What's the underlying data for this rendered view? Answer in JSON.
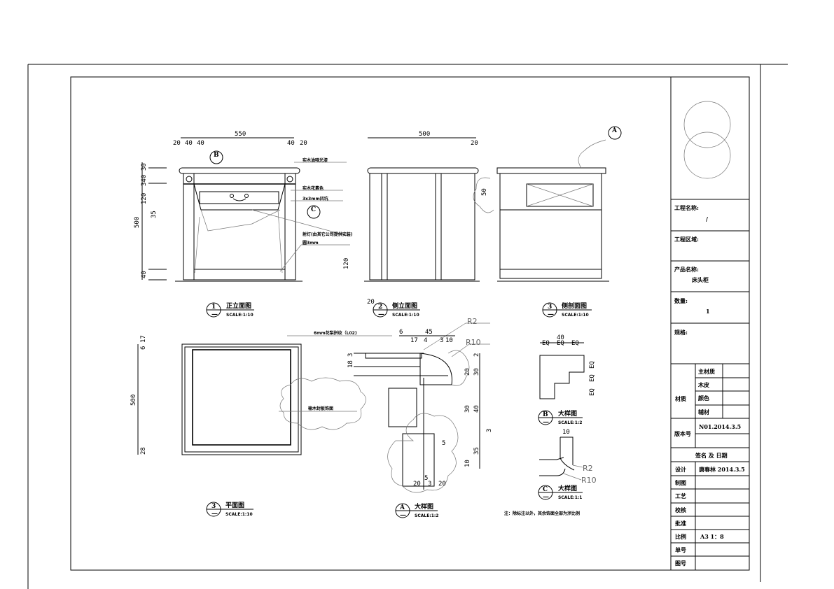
{
  "title_block": {
    "project_name_label": "工程名称:",
    "project_name_value": "/",
    "project_area_label": "工程区域:",
    "product_name_label": "产品名称:",
    "product_name_value": "床头柜",
    "quantity_label": "数量:",
    "quantity_value": "1",
    "spec_label": "规格:",
    "material_label": "材质",
    "material_rows": [
      "主材质",
      "木皮",
      "颜色",
      "辅材"
    ],
    "version_label": "版本号",
    "version_value": "N01.2014.3.5",
    "sign_header": "签名 及 日期",
    "rows": [
      {
        "label": "设计",
        "value": "唐春林 2014.3.5"
      },
      {
        "label": "制图",
        "value": ""
      },
      {
        "label": "工艺",
        "value": ""
      },
      {
        "label": "校核",
        "value": ""
      },
      {
        "label": "批准",
        "value": ""
      },
      {
        "label": "比例",
        "value": "A3 1：8"
      },
      {
        "label": "单号",
        "value": ""
      },
      {
        "label": "图号",
        "value": ""
      }
    ]
  },
  "views": {
    "front": {
      "num": "1",
      "sub": "—",
      "title": "正立面图",
      "scale": "SCALE:1:10"
    },
    "side": {
      "num": "2",
      "sub": "—",
      "title": "侧立面图",
      "scale": "SCALE:1:10"
    },
    "section": {
      "num": "3",
      "sub": "—",
      "title": "侧剖面图",
      "scale": "SCALE:1:10"
    },
    "plan": {
      "num": "3",
      "sub": "—",
      "title": "平面图",
      "scale": "SCALE:1:10"
    },
    "detail_a": {
      "num": "A",
      "sub": "—",
      "title": "大样图",
      "scale": "SCALE:1:2"
    },
    "detail_b": {
      "num": "B",
      "sub": "—",
      "title": "大样图",
      "scale": "SCALE:1:2"
    },
    "detail_c": {
      "num": "C",
      "sub": "—",
      "title": "大样图",
      "scale": "SCALE:1:1"
    }
  },
  "annotations": {
    "finish": "实木油哑光漆",
    "carving": "实木花素色",
    "groove": "3x3mm凹坑",
    "spotlight": "射灯(由其它公司提供安装)",
    "round": "圆3mm",
    "veneer": "6mm花梨拼纹（L02)",
    "wood_panel": "榆木封板饰面",
    "note": "注：除标注以外，其余饰面全部为涉比例",
    "callout_a": "A",
    "callout_b": "B",
    "callout_c": "C"
  },
  "dimensions": {
    "front_width": "550",
    "front_top": [
      "20",
      "40",
      "40",
      "40",
      "20"
    ],
    "front_left": [
      "30",
      "340",
      "120",
      "35",
      "500",
      "40"
    ],
    "side_width": "500",
    "side_right": "20",
    "side_low": "120",
    "side_bottom": "20",
    "section_50": "50",
    "plan_left": [
      "17",
      "6",
      "500",
      "28"
    ],
    "detail_a_top": [
      "6",
      "45",
      "17",
      "4",
      "3",
      "10"
    ],
    "detail_a_left": [
      "3",
      "18"
    ],
    "detail_a_right": [
      "2",
      "20",
      "30",
      "30",
      "40",
      "3",
      "35",
      "10"
    ],
    "detail_a_bottom": [
      "5",
      "20",
      "3",
      "20"
    ],
    "detail_a_5": "5",
    "radius_r2": "R2",
    "radius_r10": "R10",
    "detail_b_top": [
      "40",
      "EQ",
      "EQ",
      "EQ"
    ],
    "detail_b_right": [
      "EQ",
      "EQ",
      "EQ"
    ],
    "detail_c_top": "10"
  }
}
